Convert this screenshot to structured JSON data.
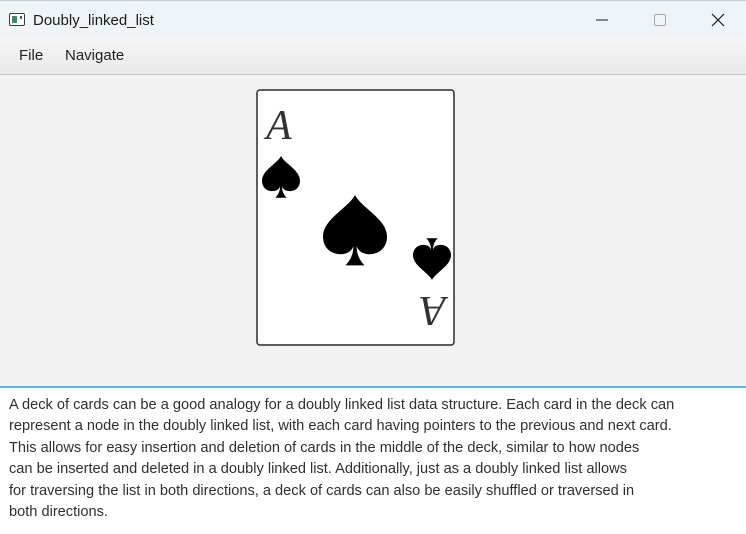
{
  "window": {
    "title": "Doubly_linked_list",
    "icon": "app-window-icon",
    "controls": [
      "minimize-icon",
      "maximize-icon",
      "close-icon"
    ]
  },
  "menu": {
    "items": [
      {
        "label": "File"
      },
      {
        "label": "Navigate"
      }
    ]
  },
  "card": {
    "rank": "A",
    "suit": "spades",
    "suit_icon": "spade-icon",
    "color": "#000000"
  },
  "description": {
    "lines": [
      "A deck of cards can be a good analogy for a doubly linked list data structure. Each card in the deck can",
      "represent a node in the doubly linked list, with each card having pointers to the previous and next card.",
      "This allows for easy insertion and deletion of cards in the middle of the deck, similar to how nodes",
      "can be inserted and deleted in a doubly linked list. Additionally, just as a doubly linked list allows",
      "for traversing the list in both directions, a deck of cards can also be easily shuffled or traversed in",
      "both directions."
    ]
  },
  "colors": {
    "focus_border": "#4fb8e3",
    "titlebar": "#eff4f9"
  }
}
